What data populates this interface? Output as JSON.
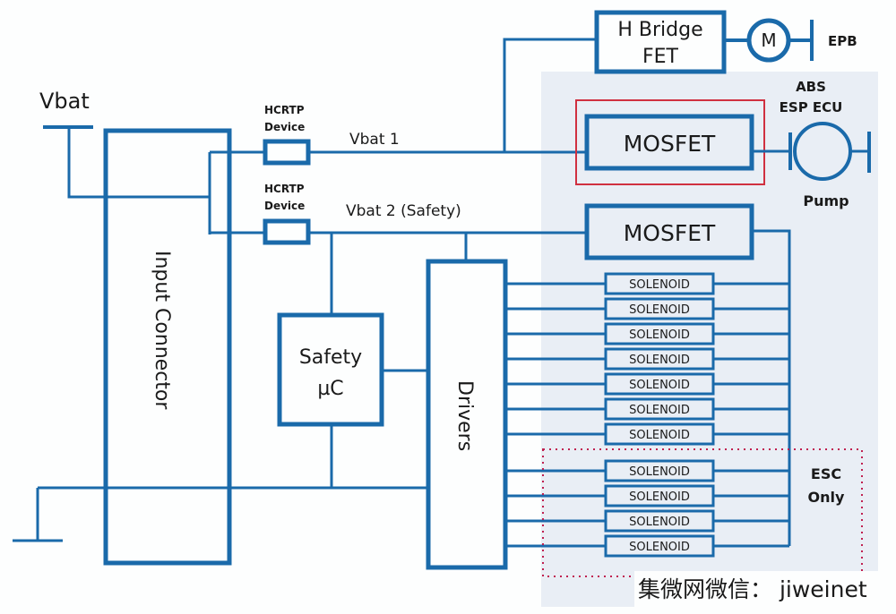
{
  "diagram": {
    "labels": {
      "vbat": "Vbat",
      "hcrtp_1": "HCRTP",
      "device_1": "Device",
      "hcrtp_2": "HCRTP",
      "device_2": "Device",
      "vbat1": "Vbat 1",
      "vbat2": "Vbat 2 (Safety)",
      "input_connector": "Input Connector",
      "safety_line1": "Safety",
      "safety_line2": "µC",
      "drivers": "Drivers",
      "hbridge_line1": "H Bridge",
      "hbridge_line2": "FET",
      "motor": "M",
      "epb": "EPB",
      "abs_line1": "ABS",
      "abs_line2": "ESP ECU",
      "pump": "Pump",
      "mosfet_1": "MOSFET",
      "mosfet_2": "MOSFET",
      "esc_line1": "ESC",
      "esc_line2": "Only",
      "watermark": "集微网微信： jiweinet"
    },
    "solenoids": [
      "SOLENOID",
      "SOLENOID",
      "SOLENOID",
      "SOLENOID",
      "SOLENOID",
      "SOLENOID",
      "SOLENOID",
      "SOLENOID",
      "SOLENOID",
      "SOLENOID",
      "SOLENOID"
    ],
    "colors": {
      "wire": "#1a6aaa",
      "highlight_box": "#d03040",
      "esc_dots": "#c02050",
      "ecu_panel": "#e9eef5"
    }
  }
}
